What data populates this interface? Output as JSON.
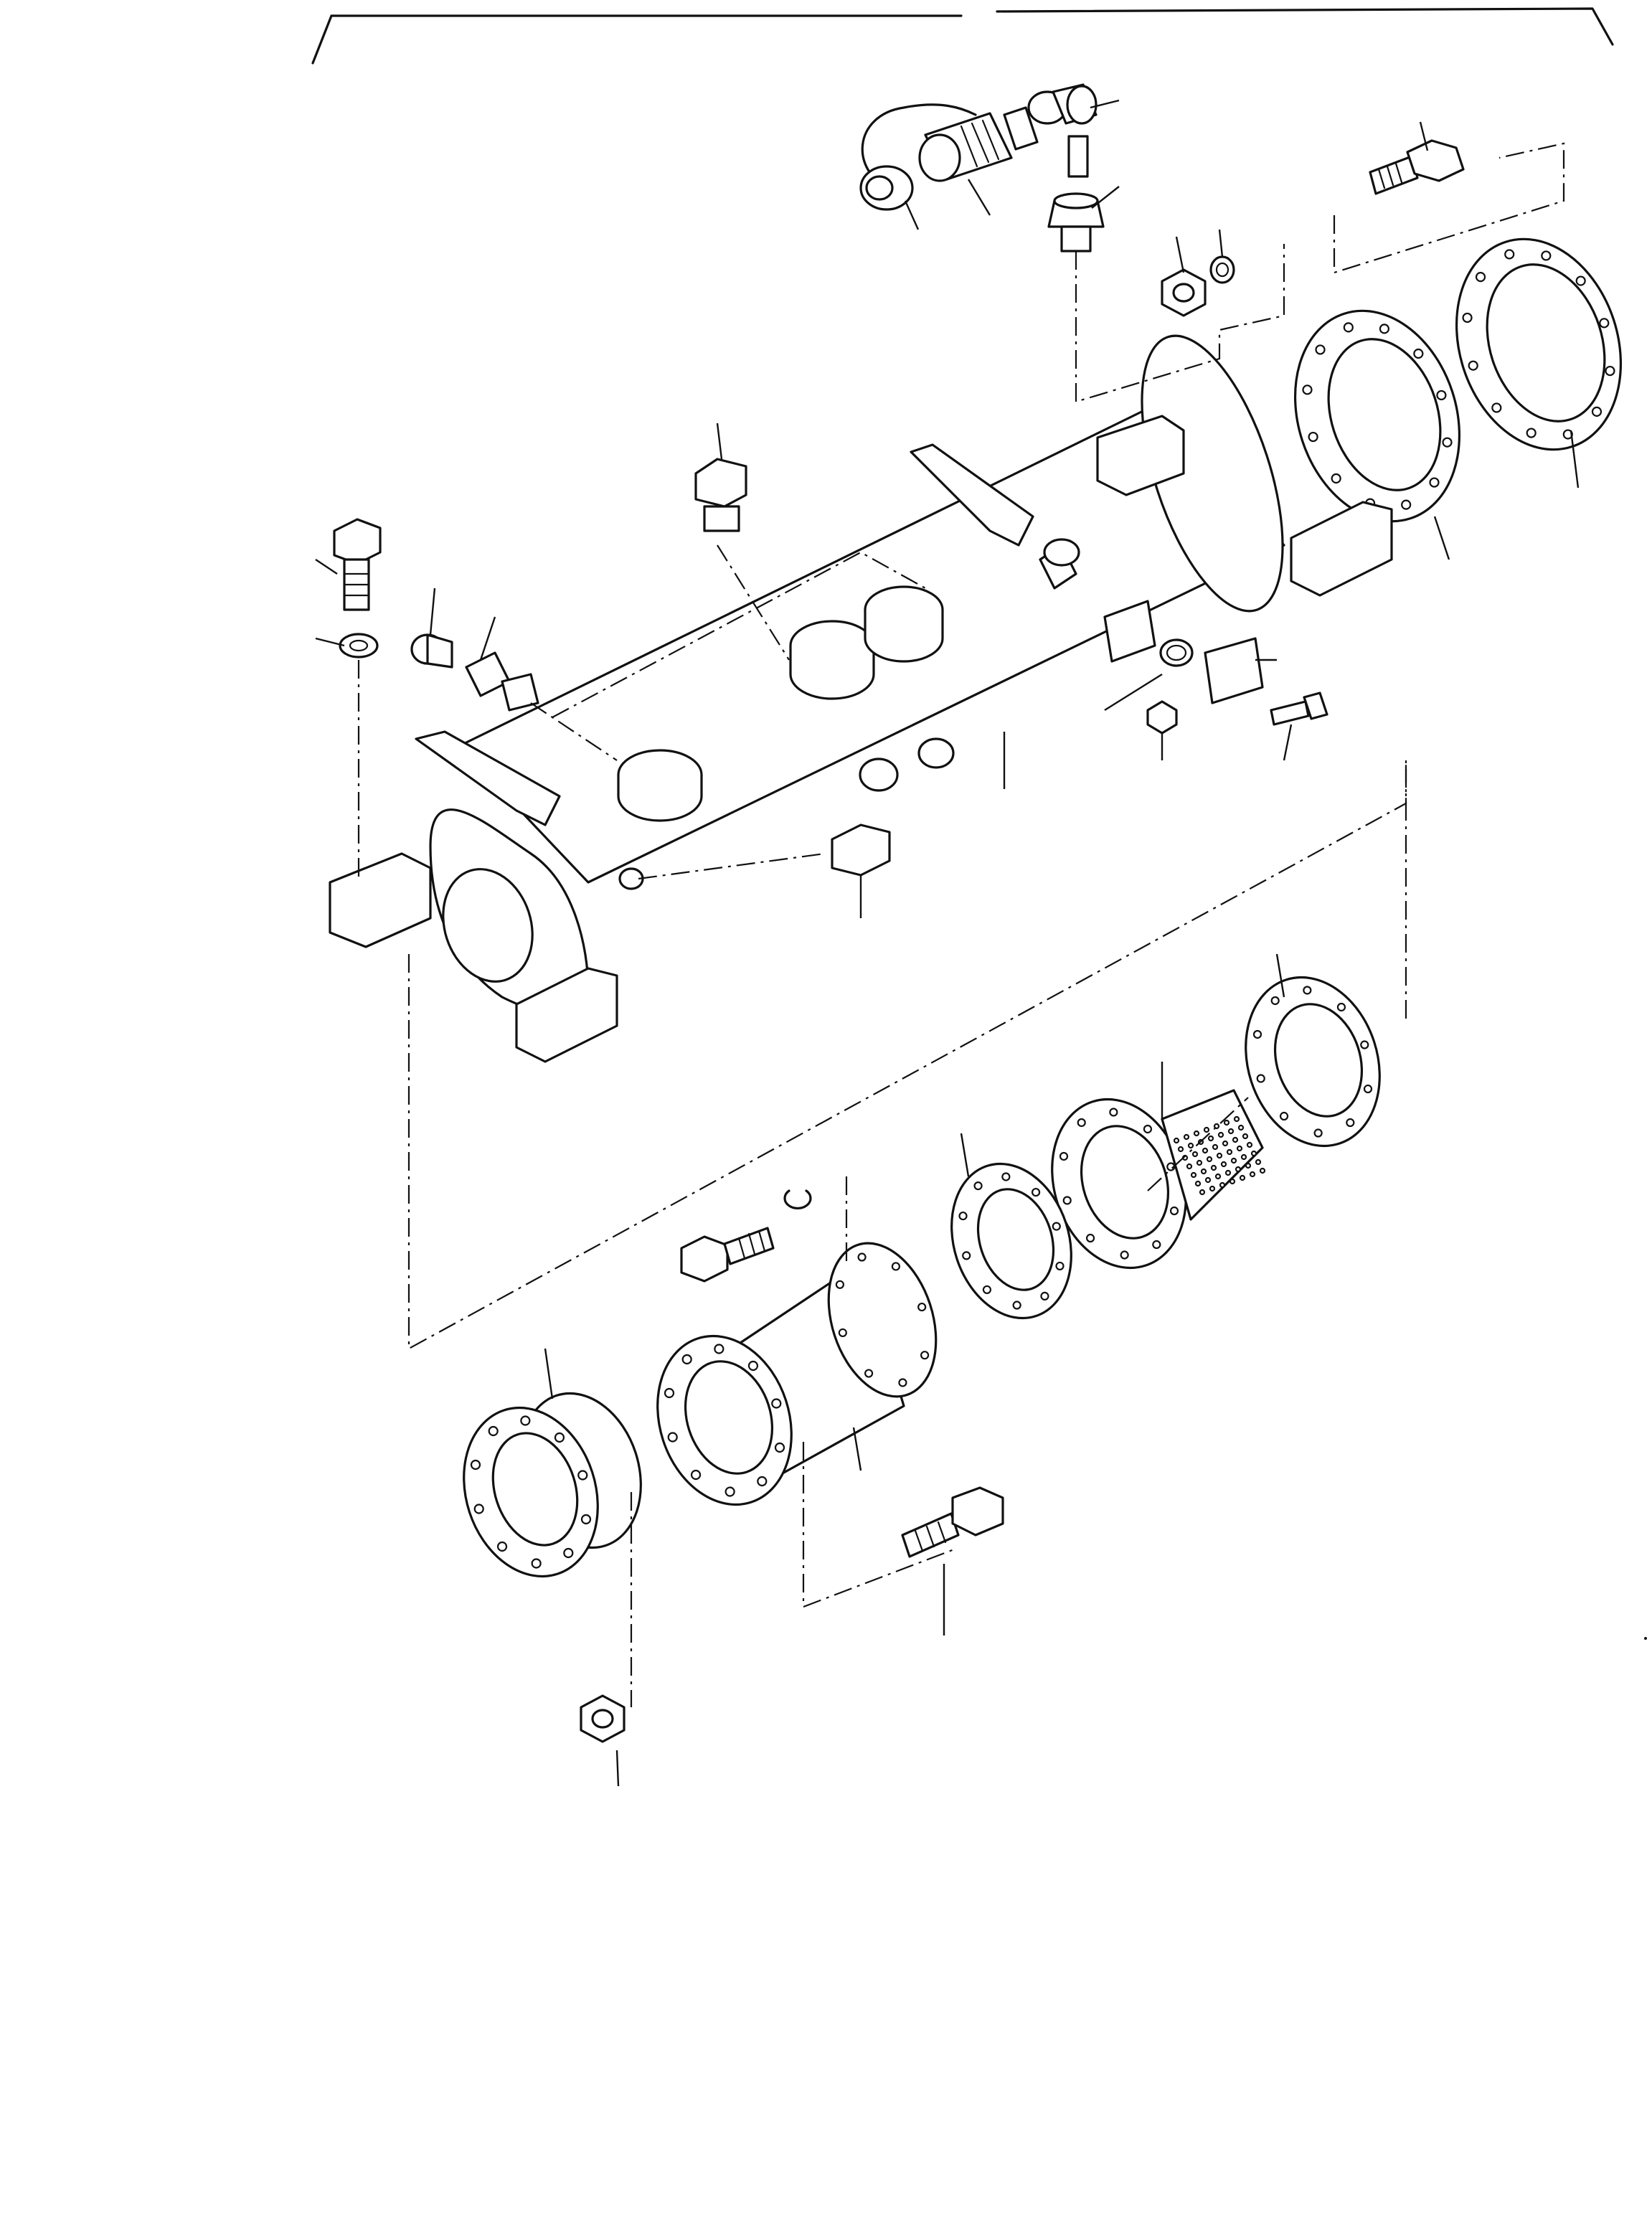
{
  "document": {
    "type": "exploded parts diagram",
    "item_callouts_numbered": false
  },
  "colors": {
    "line": "#111111",
    "background": "#ffffff"
  },
  "parts": [
    {
      "id": "hex-bolt-top-right",
      "kind": "bolt"
    },
    {
      "id": "gasket-ring-outer-right",
      "kind": "gasket"
    },
    {
      "id": "gasket-ring-inner-right",
      "kind": "gasket"
    },
    {
      "id": "quick-coupler-with-dust-cap",
      "kind": "coupler"
    },
    {
      "id": "elbow-fitting",
      "kind": "fitting"
    },
    {
      "id": "grease-nipple-fitting",
      "kind": "fitting"
    },
    {
      "id": "hex-nut",
      "kind": "nut"
    },
    {
      "id": "washer",
      "kind": "washer"
    },
    {
      "id": "filler-plug",
      "kind": "plug"
    },
    {
      "id": "axle-housing",
      "kind": "housing"
    },
    {
      "id": "expansion-plugs",
      "kind": "plug"
    },
    {
      "id": "hex-bolt-left",
      "kind": "bolt"
    },
    {
      "id": "lock-washer-left",
      "kind": "washer"
    },
    {
      "id": "breather-plug",
      "kind": "plug"
    },
    {
      "id": "adapter-fitting",
      "kind": "fitting"
    },
    {
      "id": "cover-plates",
      "kind": "plate"
    },
    {
      "id": "small-bolt",
      "kind": "bolt"
    },
    {
      "id": "small-nut",
      "kind": "nut"
    },
    {
      "id": "o-ring",
      "kind": "seal"
    },
    {
      "id": "drain-plug",
      "kind": "plug"
    },
    {
      "id": "flange-gasket-lower",
      "kind": "gasket"
    },
    {
      "id": "strainer-cone",
      "kind": "strainer"
    },
    {
      "id": "flange-gasket-middle",
      "kind": "gasket"
    },
    {
      "id": "spacer-tube",
      "kind": "tube"
    },
    {
      "id": "flanged-hub",
      "kind": "hub"
    },
    {
      "id": "hex-bolt-lower",
      "kind": "bolt"
    },
    {
      "id": "hex-bolt-bottom",
      "kind": "bolt"
    },
    {
      "id": "flange-nut",
      "kind": "nut"
    },
    {
      "id": "spring-washer",
      "kind": "washer"
    }
  ]
}
